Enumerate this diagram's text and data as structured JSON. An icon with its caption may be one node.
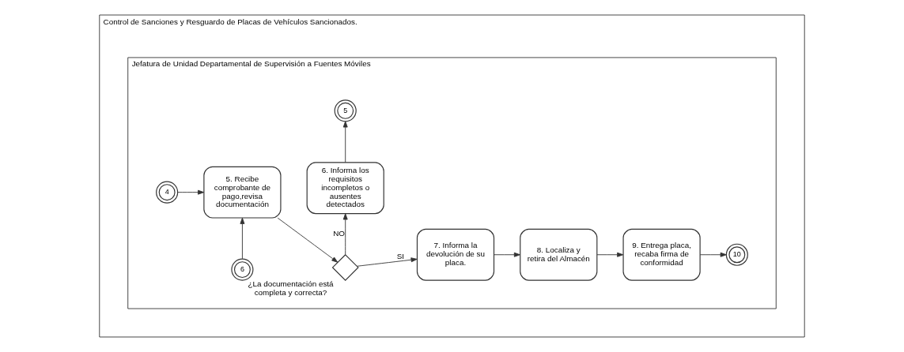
{
  "diagram": {
    "nodes": [
      {
        "text": [
          "Control de Sanciones y Resguardo de Placas de Vehículos Sancionados."
        ]
      },
      {
        "text": [
          "Jefatura de Unidad Departamental de Supervisión a Fuentes Móviles"
        ],
        "in": 0
      },
      {
        "text": [
          "4"
        ],
        "in": 1
      },
      {
        "text": [
          "6"
        ],
        "in": 1
      },
      {
        "text": [
          "5. Recibe comprobante de pago,revisa documentación"
        ],
        "in": 1
      },
      {
        "text": [],
        "shape": "diamond",
        "beside": [
          "¿La documentación está completa y correcta?"
        ],
        "in": 1
      },
      {
        "text": [
          "7. Informa la devolución de su placa."
        ],
        "in": 1
      },
      {
        "text": [
          "6. Informa los requisitos incompletos o ausentes detectados"
        ],
        "in": 1
      },
      {
        "text": [
          "5"
        ],
        "in": 1
      },
      {
        "text": [
          "8. Localiza y retira del Almacén"
        ],
        "in": 1
      },
      {
        "text": [
          "9. Entrega placa, recaba firma de conformidad"
        ],
        "in": 1
      },
      {
        "text": [
          "10"
        ],
        "in": 1
      }
    ],
    "edges": [
      {
        "from": 2,
        "to": 4,
        "arrow": "to"
      },
      {
        "from": 3,
        "to": 4,
        "arrow": "to"
      },
      {
        "from": 4,
        "to": 5,
        "arrow": "to"
      },
      {
        "from": 5,
        "to": 6,
        "arrow": "to",
        "label": "SI"
      },
      {
        "from": 5,
        "to": 7,
        "arrow": "to",
        "label": "NO"
      },
      {
        "from": 7,
        "to": 8,
        "arrow": "to"
      },
      {
        "from": 6,
        "to": 9,
        "arrow": "to"
      },
      {
        "from": 9,
        "to": 10,
        "arrow": "to"
      },
      {
        "from": 10,
        "to": 11,
        "arrow": "to"
      }
    ]
  }
}
